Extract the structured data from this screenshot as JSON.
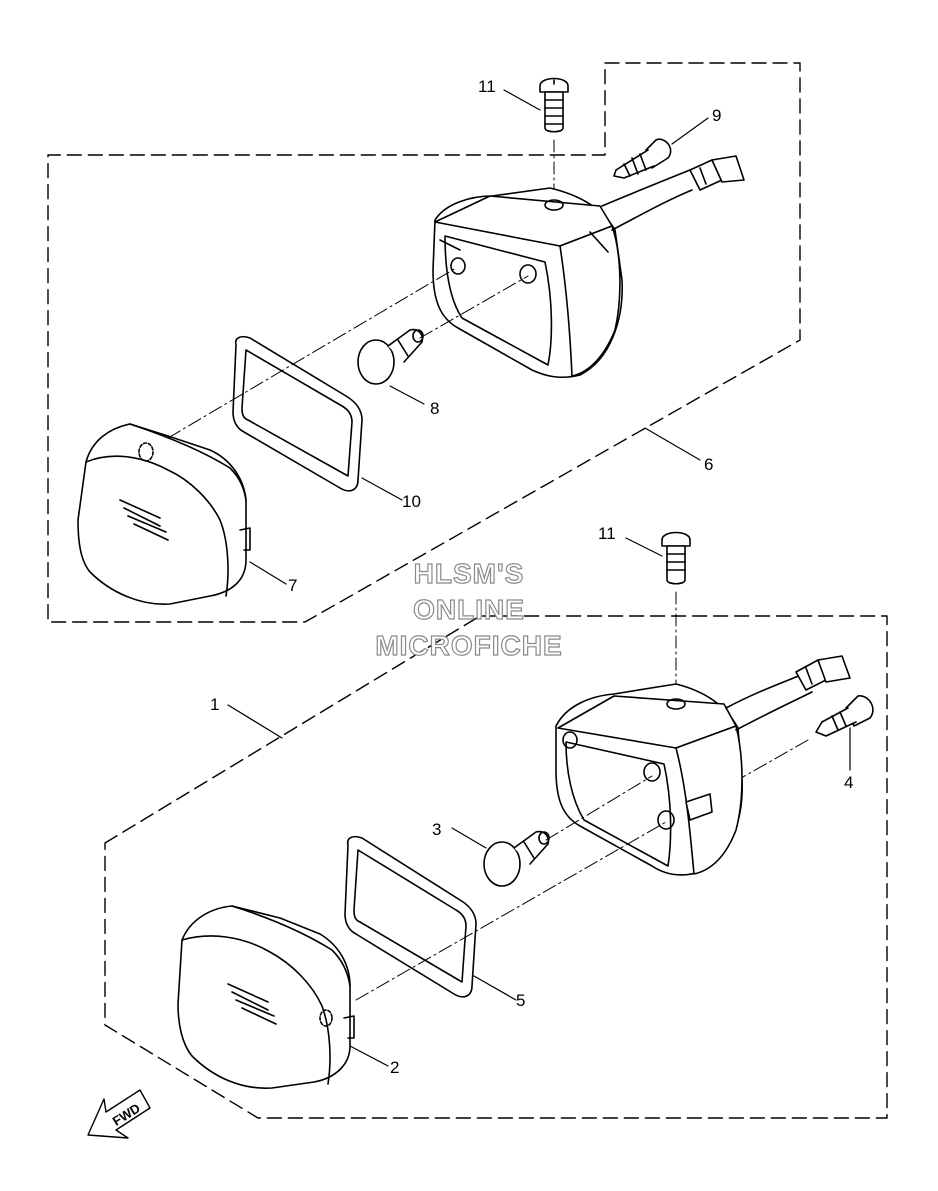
{
  "diagram": {
    "callouts": [
      {
        "id": "c11a",
        "label": "11"
      },
      {
        "id": "c9",
        "label": "9"
      },
      {
        "id": "c8",
        "label": "8"
      },
      {
        "id": "c6",
        "label": "6"
      },
      {
        "id": "c10",
        "label": "10"
      },
      {
        "id": "c7",
        "label": "7"
      },
      {
        "id": "c11b",
        "label": "11"
      },
      {
        "id": "c1",
        "label": "1"
      },
      {
        "id": "c4",
        "label": "4"
      },
      {
        "id": "c3",
        "label": "3"
      },
      {
        "id": "c5",
        "label": "5"
      },
      {
        "id": "c2",
        "label": "2"
      }
    ],
    "watermark": [
      "HLSM'S",
      "ONLINE",
      "MICROFICHE"
    ],
    "fwd_label": "FWD"
  }
}
